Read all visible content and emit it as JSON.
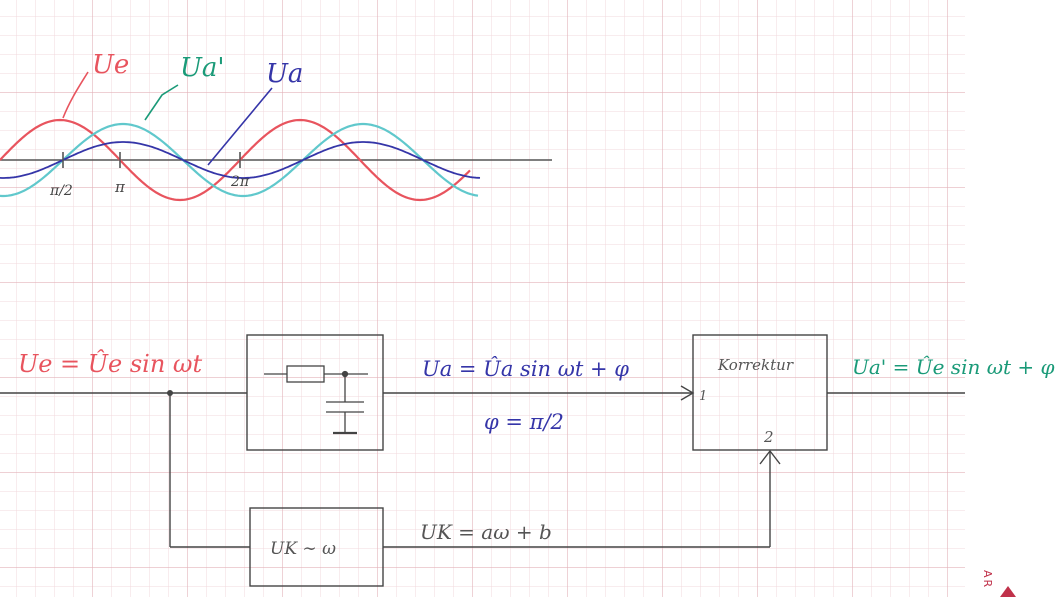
{
  "colors": {
    "paper": "#ffffff",
    "grid_fine": "#f2d9dc",
    "grid_major": "#e3b3ba",
    "axis": "#555555",
    "ink_black": "#444444",
    "ink_red": "#e8545e",
    "ink_green": "#1a9a78",
    "ink_cyan": "#60c8cc",
    "ink_blue": "#3535a8",
    "margin_mark": "#c0314a"
  },
  "waveform": {
    "labels": {
      "ue": "Ue",
      "ua_prime": "Ua'",
      "ua": "Ua"
    },
    "ticks": {
      "half_pi": "π/2",
      "pi": "π",
      "two_pi": "2π"
    }
  },
  "block_diagram": {
    "input_eq": "Ue = Ûe sin ωt",
    "phase_out_eq": "Ua = Ûa sin ωt + φ",
    "phase_value": "φ = π/2",
    "corrector_label": "Korrektur",
    "corrector_port1": "1",
    "corrector_port2": "2",
    "output_eq": "Ua' = Ûe sin ωt + φ",
    "freq_block_label": "UK ∼ ω",
    "feedback_eq": "UK = aω + b"
  },
  "margin_text": "AR"
}
